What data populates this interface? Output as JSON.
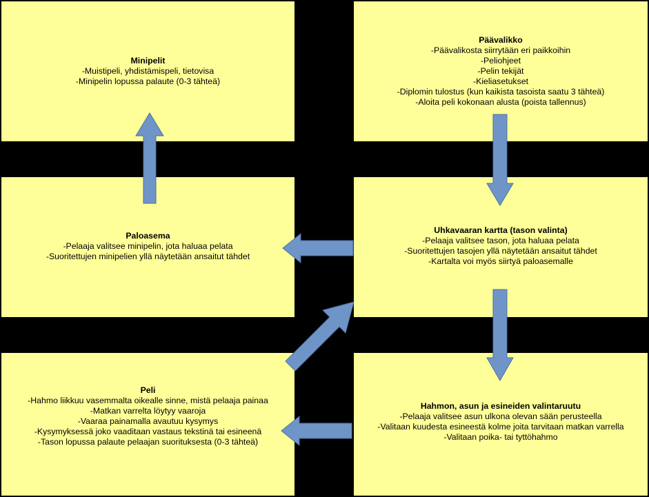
{
  "colors": {
    "box_fill": "#ffff99",
    "background": "#000000",
    "arrow_fill": "#6f95c8",
    "arrow_stroke": "#4a6fa5"
  },
  "boxes": {
    "minipelit": {
      "title": "Minipelit",
      "lines": [
        "-Muistipeli, yhdistämispeli, tietovisa",
        "-Minipelin lopussa palaute (0-3 tähteä)"
      ]
    },
    "paavalikko": {
      "title": "Päävalikko",
      "lines": [
        "-Päävalikosta siirrytään eri paikkoihin",
        "-Peliohjeet",
        "-Pelin tekijät",
        "-Kieliasetukset",
        "-Diplomin tulostus (kun kaikista tasoista saatu 3 tähteä)",
        "-Aloita peli kokonaan alusta (poista tallennus)"
      ]
    },
    "paloasema": {
      "title": "Paloasema",
      "lines": [
        "-Pelaaja valitsee minipelin, jota haluaa pelata",
        "-Suoritettujen minipelien yllä näytetään ansaitut tähdet"
      ]
    },
    "uhkavaaran_kartta": {
      "title": "Uhkavaaran kartta (tason valinta)",
      "lines": [
        "-Pelaaja valitsee tason, jota haluaa pelata",
        "-Suoritettujen tasojen yllä näytetään ansaitut tähdet",
        "-Kartalta voi myös siirtyä paloasemalle"
      ]
    },
    "peli": {
      "title": "Peli",
      "lines": [
        "-Hahmo liikkuu vasemmalta oikealle sinne, mistä pelaaja painaa",
        "-Matkan varrelta löytyy vaaroja",
        "-Vaaraa painamalla avautuu kysymys",
        "-Kysymyksessä joko vaaditaan vastaus tekstinä tai esineenä",
        "-Tason lopussa palaute pelaajan suorituksesta (0-3 tähteä)"
      ]
    },
    "hahmo_valinta": {
      "title": "Hahmon, asun ja esineiden valintaruutu",
      "lines": [
        "-Pelaaja valitsee asun ulkona olevan sään perusteella",
        "-Valitaan kuudesta esineestä kolme joita tarvitaan matkan varrella",
        "-Valitaan poika- tai tyttöhahmo"
      ]
    }
  }
}
